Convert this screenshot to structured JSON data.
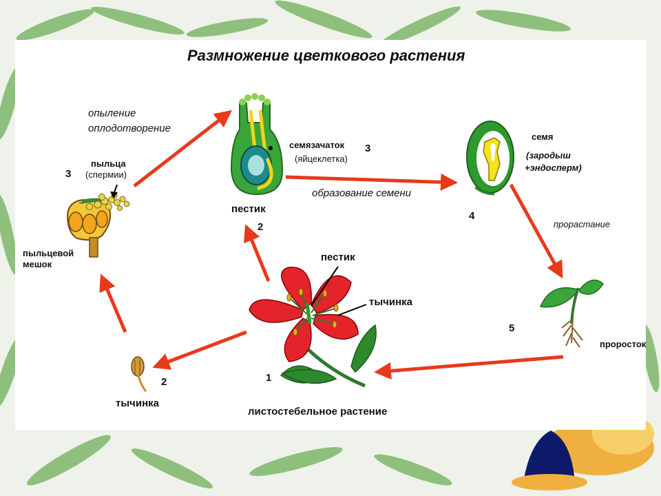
{
  "title": "Размножение цветкового растения",
  "labels": {
    "pollination": "опыление",
    "fertilization": "оплодотворение",
    "pollen": "пыльца",
    "sperm": "(спермии)",
    "pollen_sac_line1": "пыльцевой",
    "pollen_sac_line2": "мешок",
    "pistil_top": "пестик",
    "ovule": "семязачаток",
    "egg_cell": "(яйцеклетка)",
    "seed_formation": "образование семени",
    "seed": "семя",
    "embryo": "(зародыш",
    "endosperm": "+эндосперм)",
    "germination": "прорастание",
    "seedling": "проросток",
    "pistil_flower": "пестик",
    "stamen_flower": "тычинка",
    "stamen_bottom": "тычинка",
    "leafy_plant": "листостебельное растение"
  },
  "numbers": {
    "n3_left": "3",
    "n3_mid": "3",
    "n2_pistil": "2",
    "n4": "4",
    "n5": "5",
    "n2_stamen": "2",
    "n1": "1"
  },
  "colors": {
    "arrow": "#e8391b",
    "petal": "#e4242a",
    "leaf": "#2c8a2c",
    "seed_body": "#f4e21a",
    "frame_leaf": "#5aa04a"
  }
}
